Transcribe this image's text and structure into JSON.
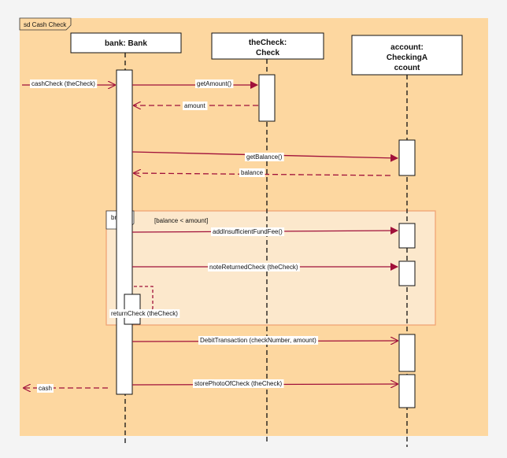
{
  "frame": {
    "title": "sd Cash Check"
  },
  "lifelines": [
    {
      "id": "bank",
      "label_lines": [
        "bank: Bank"
      ]
    },
    {
      "id": "check",
      "label_lines": [
        "theCheck:",
        "Check"
      ]
    },
    {
      "id": "account",
      "label_lines": [
        "account:",
        "CheckingA",
        "ccount"
      ]
    }
  ],
  "messages": [
    {
      "id": "cashCheck",
      "label": "cashCheck (theCheck)",
      "kind": "call"
    },
    {
      "id": "getAmount",
      "label": "getAmount()",
      "kind": "call"
    },
    {
      "id": "amount",
      "label": "amount",
      "kind": "return"
    },
    {
      "id": "getBalance",
      "label": "getBalance()",
      "kind": "call"
    },
    {
      "id": "balance",
      "label": "balance",
      "kind": "return"
    },
    {
      "id": "addInsufficientFundFee",
      "label": "addInsufficientFundFee()",
      "kind": "call"
    },
    {
      "id": "noteReturnedCheck",
      "label": "noteReturnedCheck (theCheck)",
      "kind": "call"
    },
    {
      "id": "returnCheck",
      "label": "returnCheck (theCheck)",
      "kind": "self"
    },
    {
      "id": "debitTransaction",
      "label": "DebitTransaction (checkNumber, amount)",
      "kind": "call"
    },
    {
      "id": "storePhotoOfCheck",
      "label": "storePhotoOfCheck (theCheck)",
      "kind": "call"
    },
    {
      "id": "cash",
      "label": "cash",
      "kind": "return"
    }
  ],
  "fragment": {
    "operator": "break",
    "guard": "[balance < amount]"
  },
  "colors": {
    "canvas": "#f4f4f4",
    "frame_bg": "#fdd7a0",
    "fragment_bg": "#fce8cc",
    "fragment_border": "#f0a070",
    "arrow": "#a0103a",
    "line": "#111111",
    "box_bg": "#ffffff"
  }
}
